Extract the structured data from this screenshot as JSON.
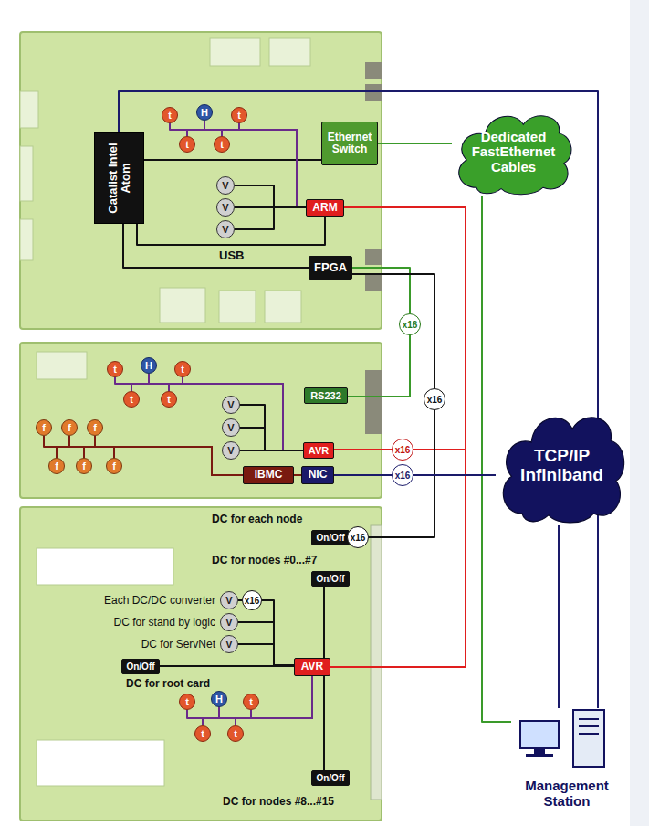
{
  "diagram": {
    "nodes": [
      {
        "text": [
          "Catalist Intel Atom"
        ]
      },
      {
        "text": [
          "Ethernet Switch"
        ]
      },
      {
        "text": [
          "t"
        ]
      },
      {
        "text": [
          "H"
        ]
      },
      {
        "text": [
          "t"
        ]
      },
      {
        "text": [
          "t"
        ]
      },
      {
        "text": [
          "t"
        ]
      },
      {
        "text": [
          "V"
        ]
      },
      {
        "text": [
          "V"
        ]
      },
      {
        "text": [
          "V"
        ]
      },
      {
        "text": [
          "ARM"
        ]
      },
      {
        "text": [
          "FPGA"
        ]
      },
      {
        "text": [
          "Dedicated FastEthernet Cables"
        ]
      },
      {
        "text": [
          "x16"
        ]
      },
      {
        "text": [
          "x16"
        ]
      },
      {
        "text": [
          "RS232"
        ]
      },
      {
        "text": [
          "t"
        ]
      },
      {
        "text": [
          "H"
        ]
      },
      {
        "text": [
          "t"
        ]
      },
      {
        "text": [
          "t"
        ]
      },
      {
        "text": [
          "t"
        ]
      },
      {
        "text": [
          "V"
        ]
      },
      {
        "text": [
          "V"
        ]
      },
      {
        "text": [
          "V"
        ]
      },
      {
        "text": [
          "AVR"
        ]
      },
      {
        "text": [
          "x16"
        ]
      },
      {
        "text": [
          "f"
        ]
      },
      {
        "text": [
          "f"
        ]
      },
      {
        "text": [
          "f"
        ]
      },
      {
        "text": [
          "f"
        ]
      },
      {
        "text": [
          "f"
        ]
      },
      {
        "text": [
          "f"
        ]
      },
      {
        "text": [
          "IBMC"
        ]
      },
      {
        "text": [
          "NIC"
        ]
      },
      {
        "text": [
          "x16"
        ]
      },
      {
        "text": [
          "TCP/IP Infiniband"
        ]
      },
      {
        "text": [
          "On/Off"
        ]
      },
      {
        "text": [
          "x16"
        ]
      },
      {
        "text": [
          "On/Off"
        ]
      },
      {
        "text": [
          "V"
        ]
      },
      {
        "text": [
          "x16"
        ]
      },
      {
        "text": [
          "V"
        ]
      },
      {
        "text": [
          "V"
        ]
      },
      {
        "text": [
          "On/Off"
        ]
      },
      {
        "text": [
          "AVR"
        ]
      },
      {
        "text": [
          "t"
        ]
      },
      {
        "text": [
          "H"
        ]
      },
      {
        "text": [
          "t"
        ]
      },
      {
        "text": [
          "t"
        ]
      },
      {
        "text": [
          "t"
        ]
      },
      {
        "text": [
          "On/Off"
        ]
      },
      {
        "text": [
          "Management Station"
        ]
      }
    ],
    "edges": [
      {
        "from": 0,
        "to": 1,
        "arrow": "none"
      },
      {
        "from": 0,
        "to": 10,
        "label": "USB",
        "arrow": "none"
      },
      {
        "from": 0,
        "to": 11,
        "arrow": "none"
      },
      {
        "from": 0,
        "to": 51,
        "arrow": "none"
      },
      {
        "from": 1,
        "to": 12,
        "arrow": "none"
      },
      {
        "from": 12,
        "to": 51,
        "arrow": "none"
      },
      {
        "from": 2,
        "to": 10,
        "arrow": "none"
      },
      {
        "from": 3,
        "to": 10,
        "arrow": "none"
      },
      {
        "from": 4,
        "to": 10,
        "arrow": "none"
      },
      {
        "from": 5,
        "to": 10,
        "arrow": "none"
      },
      {
        "from": 6,
        "to": 10,
        "arrow": "none"
      },
      {
        "from": 7,
        "to": 10,
        "arrow": "none"
      },
      {
        "from": 8,
        "to": 10,
        "arrow": "none"
      },
      {
        "from": 9,
        "to": 10,
        "arrow": "none"
      },
      {
        "from": 10,
        "to": 25,
        "arrow": "none"
      },
      {
        "from": 25,
        "to": 24,
        "arrow": "none"
      },
      {
        "from": 10,
        "to": 44,
        "arrow": "none"
      },
      {
        "from": 11,
        "to": 13,
        "arrow": "none"
      },
      {
        "from": 13,
        "to": 15,
        "arrow": "none"
      },
      {
        "from": 11,
        "to": 14,
        "arrow": "none"
      },
      {
        "from": 14,
        "to": 37,
        "arrow": "none"
      },
      {
        "from": 37,
        "to": 36,
        "arrow": "none"
      },
      {
        "from": 16,
        "to": 24,
        "arrow": "none"
      },
      {
        "from": 17,
        "to": 24,
        "arrow": "none"
      },
      {
        "from": 18,
        "to": 24,
        "arrow": "none"
      },
      {
        "from": 19,
        "to": 24,
        "arrow": "none"
      },
      {
        "from": 20,
        "to": 24,
        "arrow": "none"
      },
      {
        "from": 21,
        "to": 24,
        "arrow": "none"
      },
      {
        "from": 22,
        "to": 24,
        "arrow": "none"
      },
      {
        "from": 23,
        "to": 24,
        "arrow": "none"
      },
      {
        "from": 26,
        "to": 32,
        "arrow": "none"
      },
      {
        "from": 27,
        "to": 32,
        "arrow": "none"
      },
      {
        "from": 28,
        "to": 32,
        "arrow": "none"
      },
      {
        "from": 29,
        "to": 32,
        "arrow": "none"
      },
      {
        "from": 30,
        "to": 32,
        "arrow": "none"
      },
      {
        "from": 31,
        "to": 32,
        "arrow": "none"
      },
      {
        "from": 32,
        "to": 33,
        "arrow": "none"
      },
      {
        "from": 33,
        "to": 34,
        "arrow": "none"
      },
      {
        "from": 34,
        "to": 35,
        "arrow": "none"
      },
      {
        "from": 35,
        "to": 51,
        "arrow": "none"
      },
      {
        "from": 38,
        "to": 44,
        "arrow": "none"
      },
      {
        "from": 39,
        "to": 40,
        "arrow": "none"
      },
      {
        "from": 40,
        "to": 44,
        "arrow": "none"
      },
      {
        "from": 41,
        "to": 44,
        "arrow": "none"
      },
      {
        "from": 42,
        "to": 44,
        "arrow": "none"
      },
      {
        "from": 43,
        "to": 44,
        "arrow": "none"
      },
      {
        "from": 45,
        "to": 44,
        "arrow": "none"
      },
      {
        "from": 46,
        "to": 44,
        "arrow": "none"
      },
      {
        "from": 47,
        "to": 44,
        "arrow": "none"
      },
      {
        "from": 48,
        "to": 44,
        "arrow": "none"
      },
      {
        "from": 49,
        "to": 44,
        "arrow": "none"
      },
      {
        "from": 50,
        "to": 44,
        "arrow": "none"
      }
    ],
    "labels": [
      "DC for each node",
      "DC for nodes #0...#7",
      "Each DC/DC converter",
      "DC for stand by logic",
      "DC for ServNet",
      "DC for root card",
      "DC for nodes #8...#15"
    ]
  }
}
